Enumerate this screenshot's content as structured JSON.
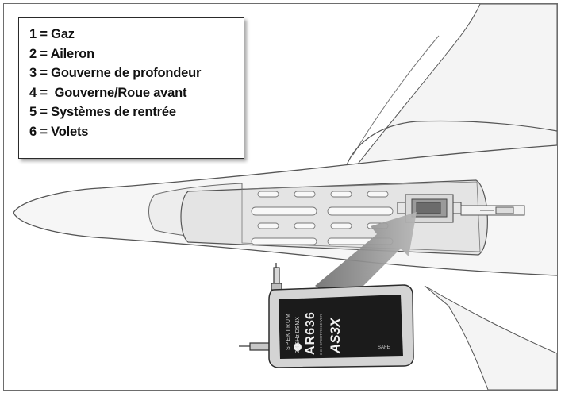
{
  "legend": {
    "items": [
      {
        "label": "1 = Gaz"
      },
      {
        "label": "2 = Aileron"
      },
      {
        "label": "3 = Gouverne de profondeur"
      },
      {
        "label": "4 =  Gouverne/Roue avant"
      },
      {
        "label": "5 = Systèmes de rentrée"
      },
      {
        "label": "6 = Volets"
      }
    ]
  },
  "receiver": {
    "brand": "SPEKTRUM",
    "spec": "2.4GHz DSMX",
    "model": "AR636",
    "subtitle": "6 CH SPORT RECEIVER",
    "logo": "AS3X",
    "badge": "SAFE"
  },
  "colors": {
    "outline": "#555555",
    "airframe_fill": "#f4f4f4",
    "bay_fill": "#e2e2e2",
    "arrow": "#8a8a8a",
    "receiver_body": "#d4d4d4",
    "receiver_face": "#1a1a1a"
  }
}
